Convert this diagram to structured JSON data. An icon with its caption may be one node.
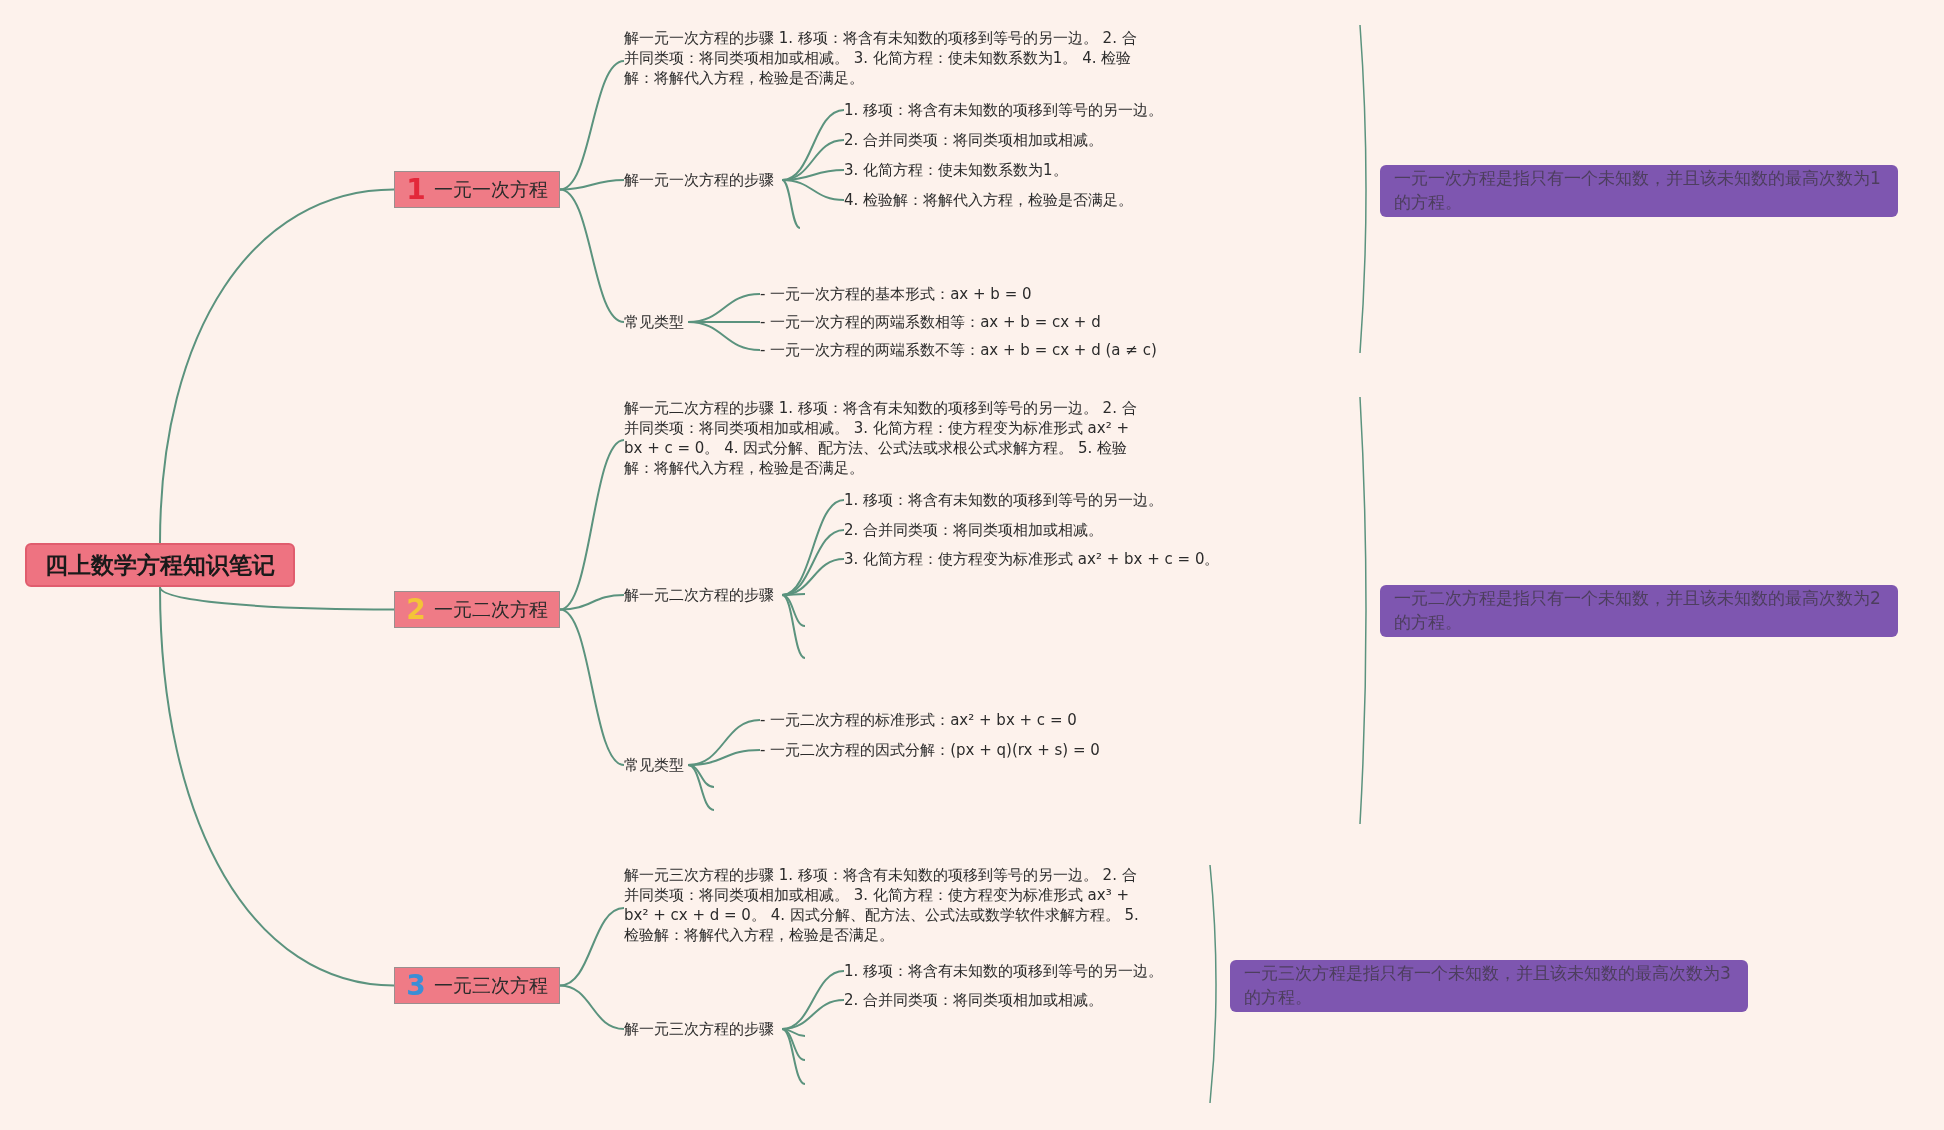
{
  "diagram": {
    "nodes": [
      {
        "text": [
          "四上数学方程知识笔记"
        ]
      },
      {
        "text": [
          "1",
          "一元一次方程"
        ]
      },
      {
        "text": [
          "解一元一次方程的步骤 1. 移项：将含有未知数的项移到等号的另一边。 2. 合并同类项：将同类项相加或相减。 3. 化简方程：使未知数系数为1。 4. 检验解：将解代入方程，检验是否满足。"
        ]
      },
      {
        "text": [
          "解一元一次方程的步骤"
        ]
      },
      {
        "text": [
          "1. 移项：将含有未知数的项移到等号的另一边。"
        ]
      },
      {
        "text": [
          "2. 合并同类项：将同类项相加或相减。"
        ]
      },
      {
        "text": [
          "3. 化简方程：使未知数系数为1。"
        ]
      },
      {
        "text": [
          "4. 检验解：将解代入方程，检验是否满足。"
        ]
      },
      {
        "text": [
          "常见类型"
        ]
      },
      {
        "text": [
          "- 一元一次方程的基本形式：ax + b = 0"
        ]
      },
      {
        "text": [
          "- 一元一次方程的两端系数相等：ax + b = cx + d"
        ]
      },
      {
        "text": [
          "- 一元一次方程的两端系数不等：ax + b = cx + d (a ≠ c)"
        ]
      },
      {
        "text": [
          "2",
          "一元二次方程"
        ]
      },
      {
        "text": [
          "解一元二次方程的步骤 1. 移项：将含有未知数的项移到等号的另一边。 2. 合并同类项：将同类项相加或相减。 3. 化简方程：使方程变为标准形式 ax² + bx + c = 0。 4. 因式分解、配方法、公式法或求根公式求解方程。 5. 检验解：将解代入方程，检验是否满足。"
        ]
      },
      {
        "text": [
          "解一元二次方程的步骤"
        ]
      },
      {
        "text": [
          "1. 移项：将含有未知数的项移到等号的另一边。"
        ]
      },
      {
        "text": [
          "2. 合并同类项：将同类项相加或相减。"
        ]
      },
      {
        "text": [
          "3. 化简方程：使方程变为标准形式 ax² + bx + c = 0。"
        ]
      },
      {
        "text": [
          "常见类型"
        ]
      },
      {
        "text": [
          "- 一元二次方程的标准形式：ax² + bx + c = 0"
        ]
      },
      {
        "text": [
          "- 一元二次方程的因式分解：(px + q)(rx + s) = 0"
        ]
      },
      {
        "text": [
          "3",
          "一元三次方程"
        ]
      },
      {
        "text": [
          "解一元三次方程的步骤 1. 移项：将含有未知数的项移到等号的另一边。 2. 合并同类项：将同类项相加或相减。 3. 化简方程：使方程变为标准形式 ax³ + bx² + cx + d = 0。 4. 因式分解、配方法、公式法或数学软件求解方程。 5. 检验解：将解代入方程，检验是否满足。"
        ]
      },
      {
        "text": [
          "解一元三次方程的步骤"
        ]
      },
      {
        "text": [
          "1. 移项：将含有未知数的项移到等号的另一边。"
        ]
      },
      {
        "text": [
          "2. 合并同类项：将同类项相加或相减。"
        ]
      },
      {
        "text": [
          "一元一次方程是指只有一个未知数，并且该未知数的最高次数为1的方程。"
        ]
      },
      {
        "text": [
          "一元二次方程是指只有一个未知数，并且该未知数的最高次数为2的方程。"
        ]
      },
      {
        "text": [
          "一元三次方程是指只有一个未知数，并且该未知数的最高次数为3的方程。"
        ]
      }
    ],
    "edges": [
      {
        "from": 0,
        "to": 1,
        "arrow": "none"
      },
      {
        "from": 1,
        "to": 2,
        "arrow": "none"
      },
      {
        "from": 1,
        "to": 3,
        "arrow": "none"
      },
      {
        "from": 3,
        "to": 4,
        "arrow": "none"
      },
      {
        "from": 3,
        "to": 5,
        "arrow": "none"
      },
      {
        "from": 3,
        "to": 6,
        "arrow": "none"
      },
      {
        "from": 3,
        "to": 7,
        "arrow": "none"
      },
      {
        "from": 3,
        "to": null,
        "arrow": "none"
      },
      {
        "from": 1,
        "to": 8,
        "arrow": "none"
      },
      {
        "from": 8,
        "to": 9,
        "arrow": "none"
      },
      {
        "from": 8,
        "to": 10,
        "arrow": "none"
      },
      {
        "from": 8,
        "to": 11,
        "arrow": "none"
      },
      {
        "from": 0,
        "to": 12,
        "arrow": "none"
      },
      {
        "from": 12,
        "to": 13,
        "arrow": "none"
      },
      {
        "from": 12,
        "to": 14,
        "arrow": "none"
      },
      {
        "from": 14,
        "to": 15,
        "arrow": "none"
      },
      {
        "from": 14,
        "to": 16,
        "arrow": "none"
      },
      {
        "from": 14,
        "to": 17,
        "arrow": "none"
      },
      {
        "from": 14,
        "to": null,
        "arrow": "none"
      },
      {
        "from": 14,
        "to": null,
        "arrow": "none"
      },
      {
        "from": 14,
        "to": null,
        "arrow": "none"
      },
      {
        "from": 12,
        "to": 18,
        "arrow": "none"
      },
      {
        "from": 18,
        "to": 19,
        "arrow": "none"
      },
      {
        "from": 18,
        "to": 20,
        "arrow": "none"
      },
      {
        "from": 18,
        "to": null,
        "arrow": "none"
      },
      {
        "from": 18,
        "to": null,
        "arrow": "none"
      },
      {
        "from": 0,
        "to": 21,
        "arrow": "none"
      },
      {
        "from": 21,
        "to": 22,
        "arrow": "none"
      },
      {
        "from": 21,
        "to": 23,
        "arrow": "none"
      },
      {
        "from": 23,
        "to": 24,
        "arrow": "none"
      },
      {
        "from": 23,
        "to": 25,
        "arrow": "none"
      },
      {
        "from": 23,
        "to": null,
        "arrow": "none"
      },
      {
        "from": 23,
        "to": null,
        "arrow": "none"
      },
      {
        "from": 23,
        "to": null,
        "arrow": "none"
      }
    ]
  }
}
